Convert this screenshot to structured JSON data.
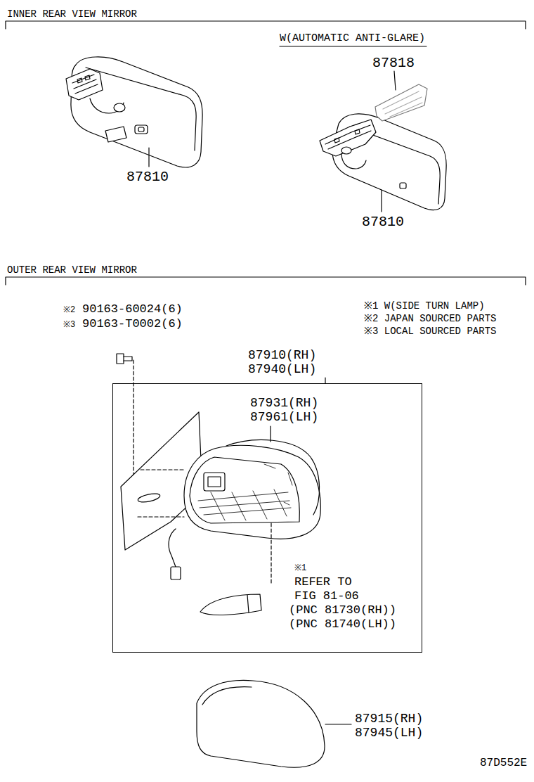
{
  "diagram": {
    "nodes": [
      {
        "text": [
          "87910(RH) 87940(LH)",
          "87931(RH) 87961(LH)",
          "※1",
          "REFER TO FIG 81-06",
          "(PNC 81730(RH)) (PNC 81740(LH))"
        ]
      }
    ],
    "labels": [
      "INNER REAR VIEW MIRROR",
      "W(AUTOMATIC ANTI-GLARE)",
      "87818",
      "87810",
      "87810",
      "OUTER REAR VIEW MIRROR",
      "※2",
      "90163-60024(6)",
      "※3",
      "90163-T0002(6)",
      "※1 W(SIDE TURN LAMP)",
      "※2 JAPAN SOURCED PARTS",
      "※3 LOCAL SOURCED PARTS",
      "87915(RH) 87945(LH)",
      "87D552E"
    ]
  }
}
